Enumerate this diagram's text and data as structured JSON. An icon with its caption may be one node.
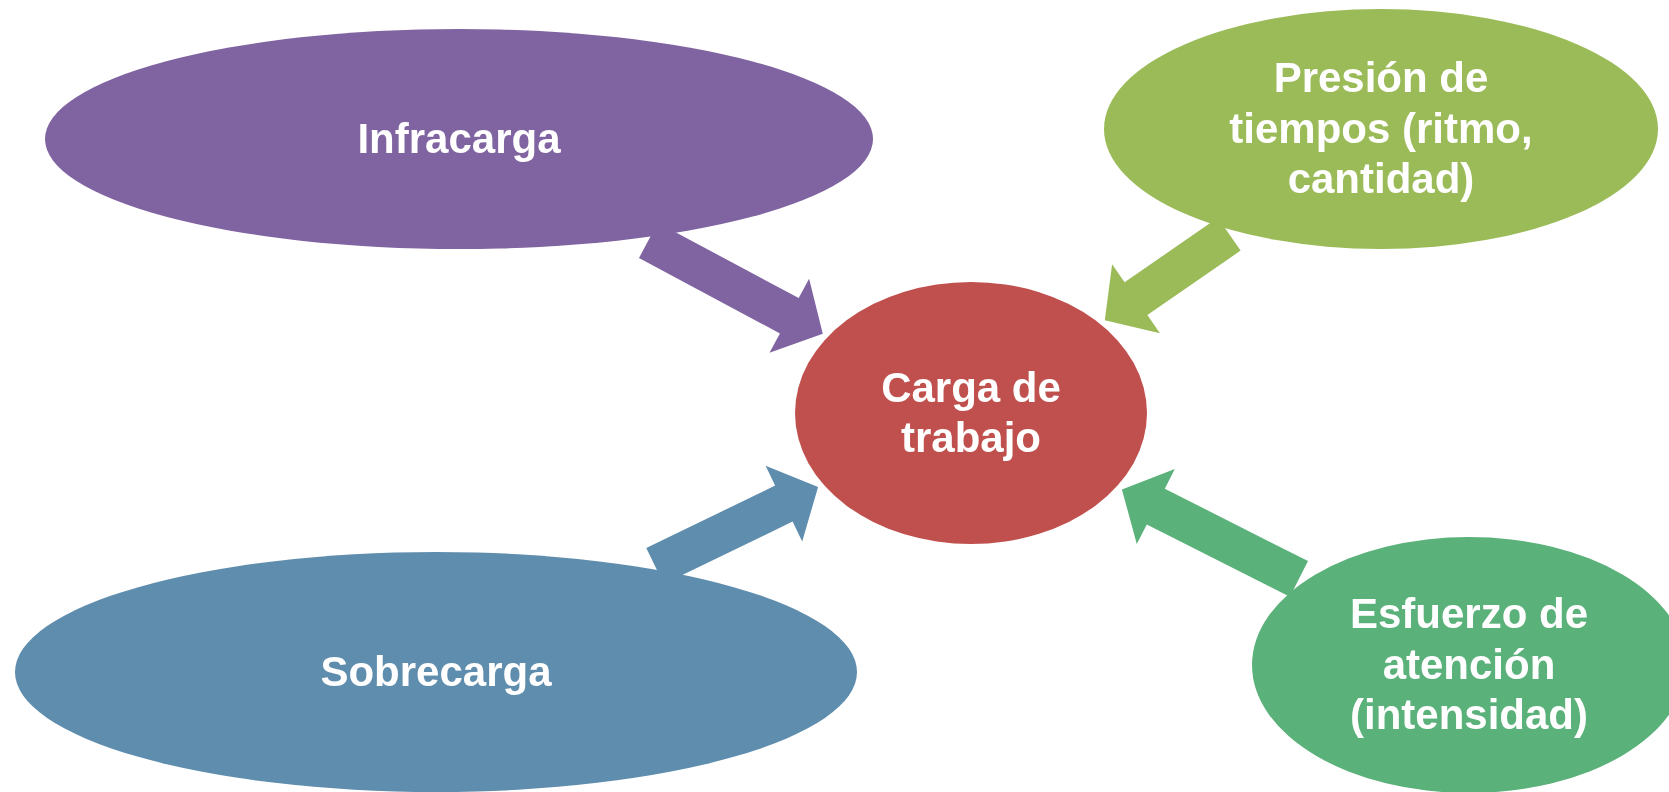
{
  "diagram": {
    "nodes": [
      {
        "text": [
          "Infracarga"
        ]
      },
      {
        "text": [
          "Presión de tiempos (ritmo, cantidad)"
        ]
      },
      {
        "text": [
          "Carga de trabajo"
        ]
      },
      {
        "text": [
          "Sobrecarga"
        ]
      },
      {
        "text": [
          "Esfuerzo de atención (intensidad)"
        ]
      }
    ],
    "edges": [
      {
        "from": 0,
        "to": 2,
        "arrow": "to",
        "style": "thick",
        "color": "#8064a2"
      },
      {
        "from": 1,
        "to": 2,
        "arrow": "to",
        "style": "thick",
        "color": "#9bbb59"
      },
      {
        "from": 3,
        "to": 2,
        "arrow": "to",
        "style": "thick",
        "color": "#5f8dad"
      },
      {
        "from": 4,
        "to": 2,
        "arrow": "to",
        "style": "thick",
        "color": "#5bb17a"
      }
    ]
  }
}
